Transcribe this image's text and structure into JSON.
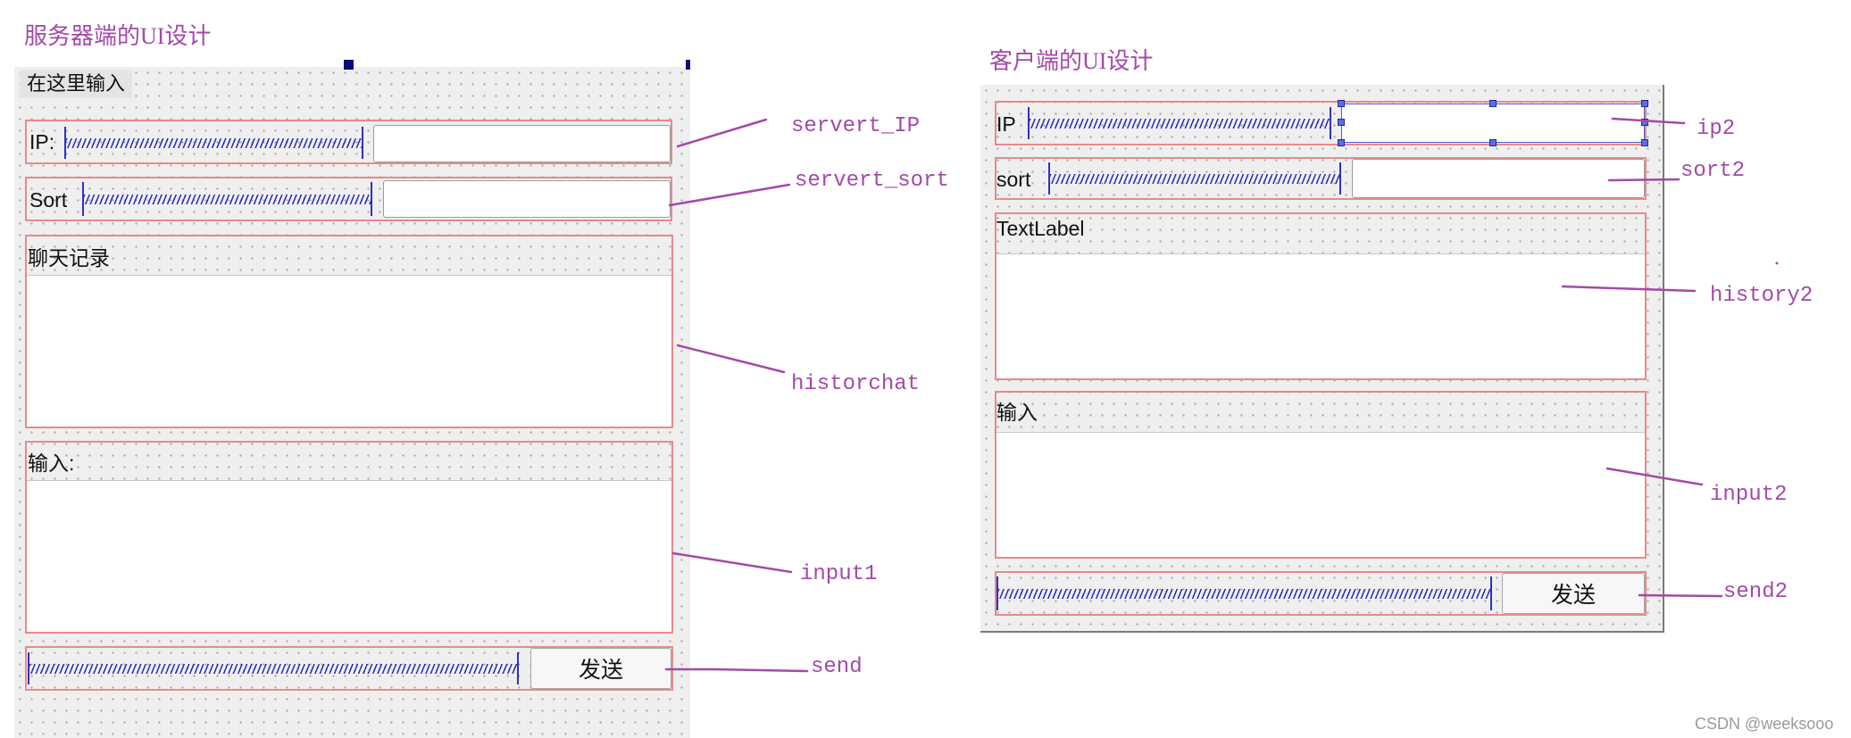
{
  "server": {
    "caption": "服务器端的UI设计",
    "menu_label": "在这里输入",
    "ip_label": "IP:",
    "port_label": "Sort",
    "history_label": "聊天记录",
    "input_label": "输入:",
    "send_label": "发送",
    "annotations": {
      "ip": "servert_IP",
      "port": "servert_sort",
      "history": "historchat",
      "input": "input1",
      "send": "send"
    }
  },
  "client": {
    "caption": "客户端的UI设计",
    "ip_label": "IP",
    "port_label": "sort",
    "history_label": "TextLabel",
    "input_label": "输入",
    "send_label": "发送",
    "annotations": {
      "ip": "ip2",
      "port": "sort2",
      "history": "history2",
      "input": "input2",
      "send": "send2"
    }
  },
  "watermark": "CSDN @weeksooo",
  "colors": {
    "annotation": "#a34aa8",
    "frame": "#e88a8a",
    "spacer": "#3030c8",
    "form_bg": "#efefef"
  }
}
